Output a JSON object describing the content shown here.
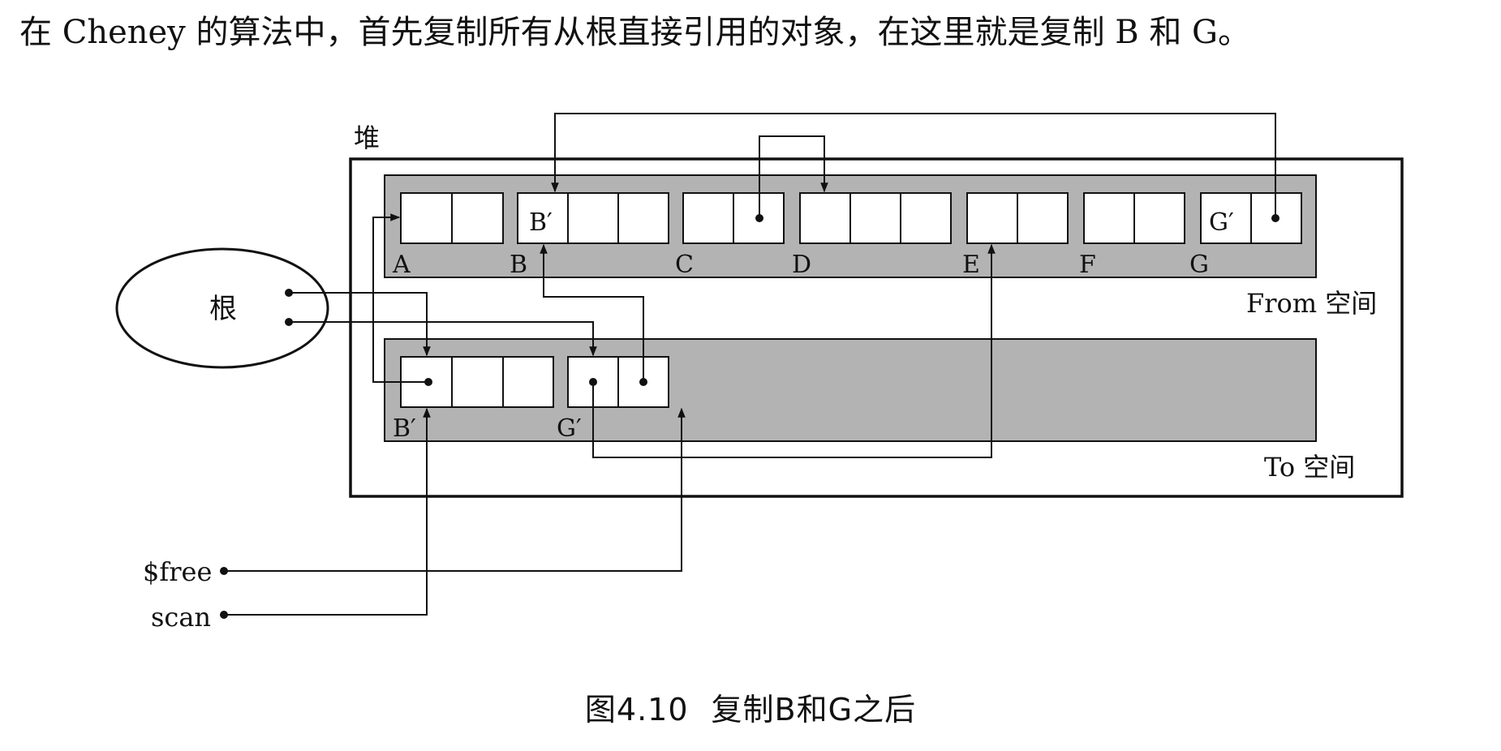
{
  "intro_text": "在 Cheney 的算法中，首先复制所有从根直接引用的对象，在这里就是复制 B 和 G。",
  "heap_label": "堆",
  "root_label": "根",
  "from_space_label": "From 空间",
  "to_space_label": "To 空间",
  "from_objects": [
    {
      "letter": "A",
      "copy_mark": ""
    },
    {
      "letter": "B",
      "copy_mark": "B′"
    },
    {
      "letter": "C",
      "copy_mark": ""
    },
    {
      "letter": "D",
      "copy_mark": ""
    },
    {
      "letter": "E",
      "copy_mark": ""
    },
    {
      "letter": "F",
      "copy_mark": ""
    },
    {
      "letter": "G",
      "copy_mark": "G′"
    }
  ],
  "to_objects": [
    {
      "label": "B′"
    },
    {
      "label": "G′"
    }
  ],
  "pointers": {
    "free": "$free",
    "scan": "scan"
  },
  "caption": {
    "number": "图4.10",
    "title": "复制B和G之后"
  }
}
